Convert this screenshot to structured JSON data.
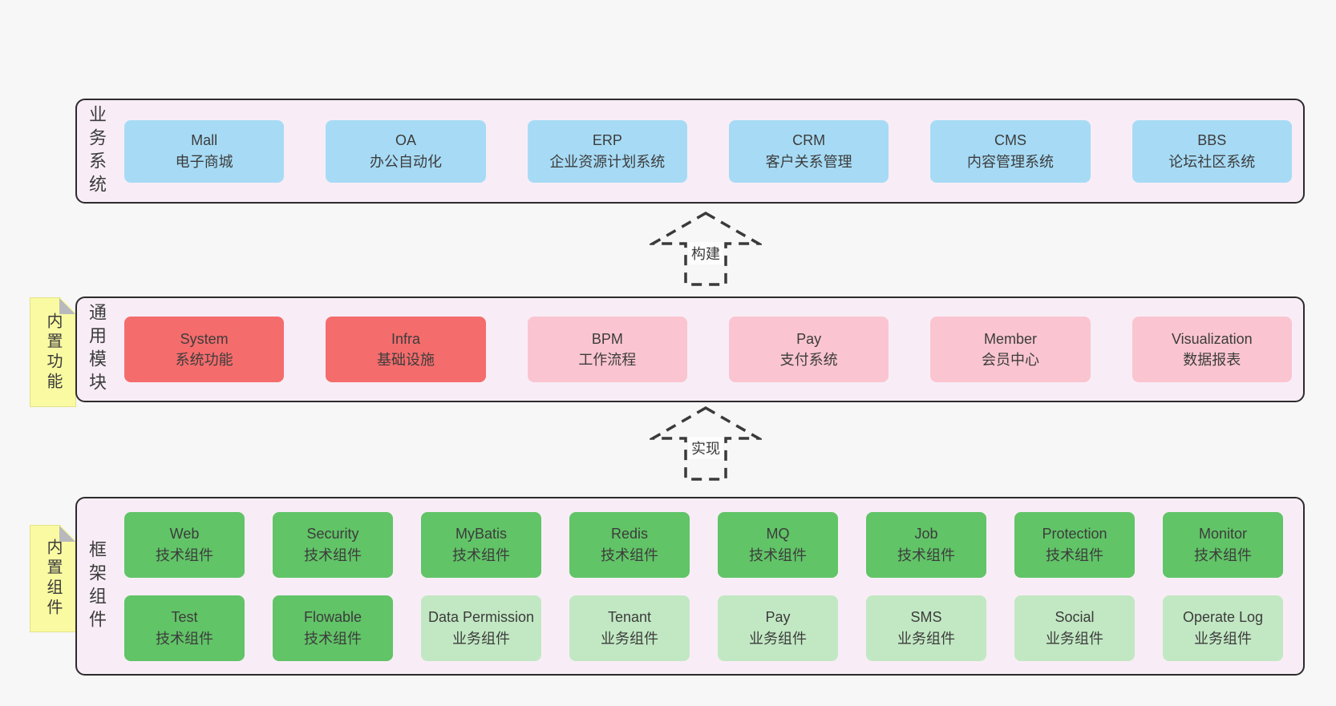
{
  "colors": {
    "page_bg": "#f7f7f7",
    "panel_bg": "#f8edf6",
    "panel_border": "#2c2c2c",
    "box_blue": "#a7dbf5",
    "box_red": "#f56c6c",
    "box_pink": "#fac5d0",
    "green_dark": "#61c467",
    "green_light": "#c2e8c3",
    "sticky_yellow": "#fafaa2",
    "sticky_fold": "#b8b9bd",
    "text": "#3c3c3c"
  },
  "stickies": [
    {
      "label": "内置功能"
    },
    {
      "label": "内置组件"
    }
  ],
  "arrows": [
    {
      "label": "构建"
    },
    {
      "label": "实现"
    }
  ],
  "sections": {
    "business": {
      "side_label": "业务系统",
      "boxes": [
        {
          "name": "Mall",
          "desc": "电子商城"
        },
        {
          "name": "OA",
          "desc": "办公自动化"
        },
        {
          "name": "ERP",
          "desc": "企业资源计划系统"
        },
        {
          "name": "CRM",
          "desc": "客户关系管理"
        },
        {
          "name": "CMS",
          "desc": "内容管理系统"
        },
        {
          "name": "BBS",
          "desc": "论坛社区系统"
        }
      ]
    },
    "modules": {
      "side_label": "通用模块",
      "boxes": [
        {
          "name": "System",
          "desc": "系统功能"
        },
        {
          "name": "Infra",
          "desc": "基础设施"
        },
        {
          "name": "BPM",
          "desc": "工作流程"
        },
        {
          "name": "Pay",
          "desc": "支付系统"
        },
        {
          "name": "Member",
          "desc": "会员中心"
        },
        {
          "name": "Visualization",
          "desc": "数据报表"
        }
      ]
    },
    "components": {
      "side_label": "框架组件",
      "rows": [
        [
          {
            "name": "Web",
            "desc": "技术组件"
          },
          {
            "name": "Security",
            "desc": "技术组件"
          },
          {
            "name": "MyBatis",
            "desc": "技术组件"
          },
          {
            "name": "Redis",
            "desc": "技术组件"
          },
          {
            "name": "MQ",
            "desc": "技术组件"
          },
          {
            "name": "Job",
            "desc": "技术组件"
          },
          {
            "name": "Protection",
            "desc": "技术组件"
          },
          {
            "name": "Monitor",
            "desc": "技术组件"
          }
        ],
        [
          {
            "name": "Test",
            "desc": "技术组件"
          },
          {
            "name": "Flowable",
            "desc": "技术组件"
          },
          {
            "name": "Data Permission",
            "desc": "业务组件"
          },
          {
            "name": "Tenant",
            "desc": "业务组件"
          },
          {
            "name": "Pay",
            "desc": "业务组件"
          },
          {
            "name": "SMS",
            "desc": "业务组件"
          },
          {
            "name": "Social",
            "desc": "业务组件"
          },
          {
            "name": "Operate Log",
            "desc": "业务组件"
          }
        ]
      ]
    }
  }
}
